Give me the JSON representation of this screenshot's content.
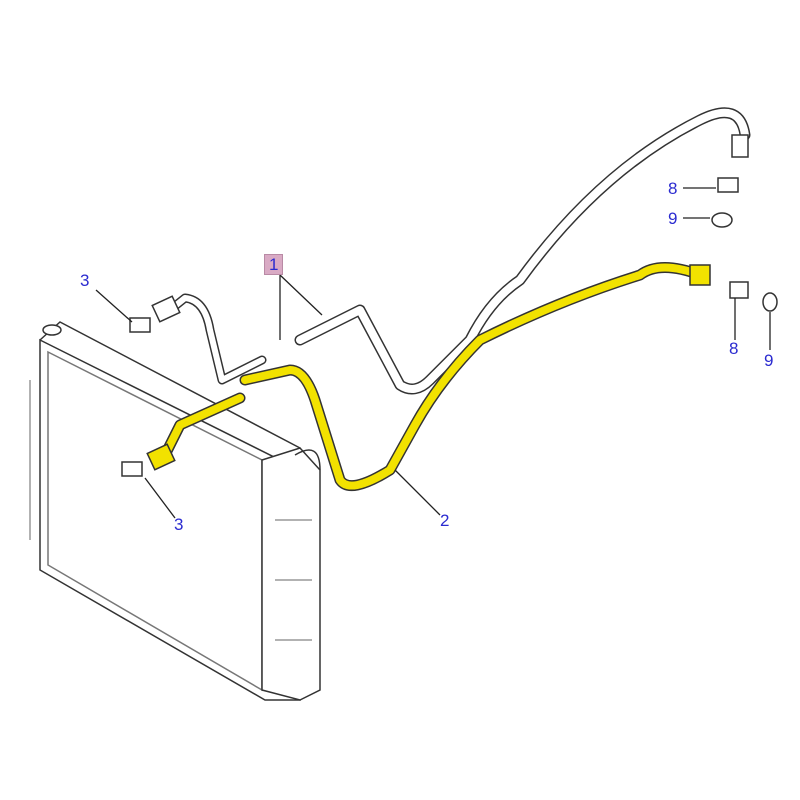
{
  "callouts": {
    "c1": "1",
    "c2": "2",
    "c3a": "3",
    "c3b": "3",
    "c8a": "8",
    "c9a": "9",
    "c8b": "8",
    "c9b": "9"
  },
  "colors": {
    "highlight_pipe": "#f2e200",
    "callout_text": "#2b2bd0",
    "selected_label_bg": "#d9aac4"
  }
}
